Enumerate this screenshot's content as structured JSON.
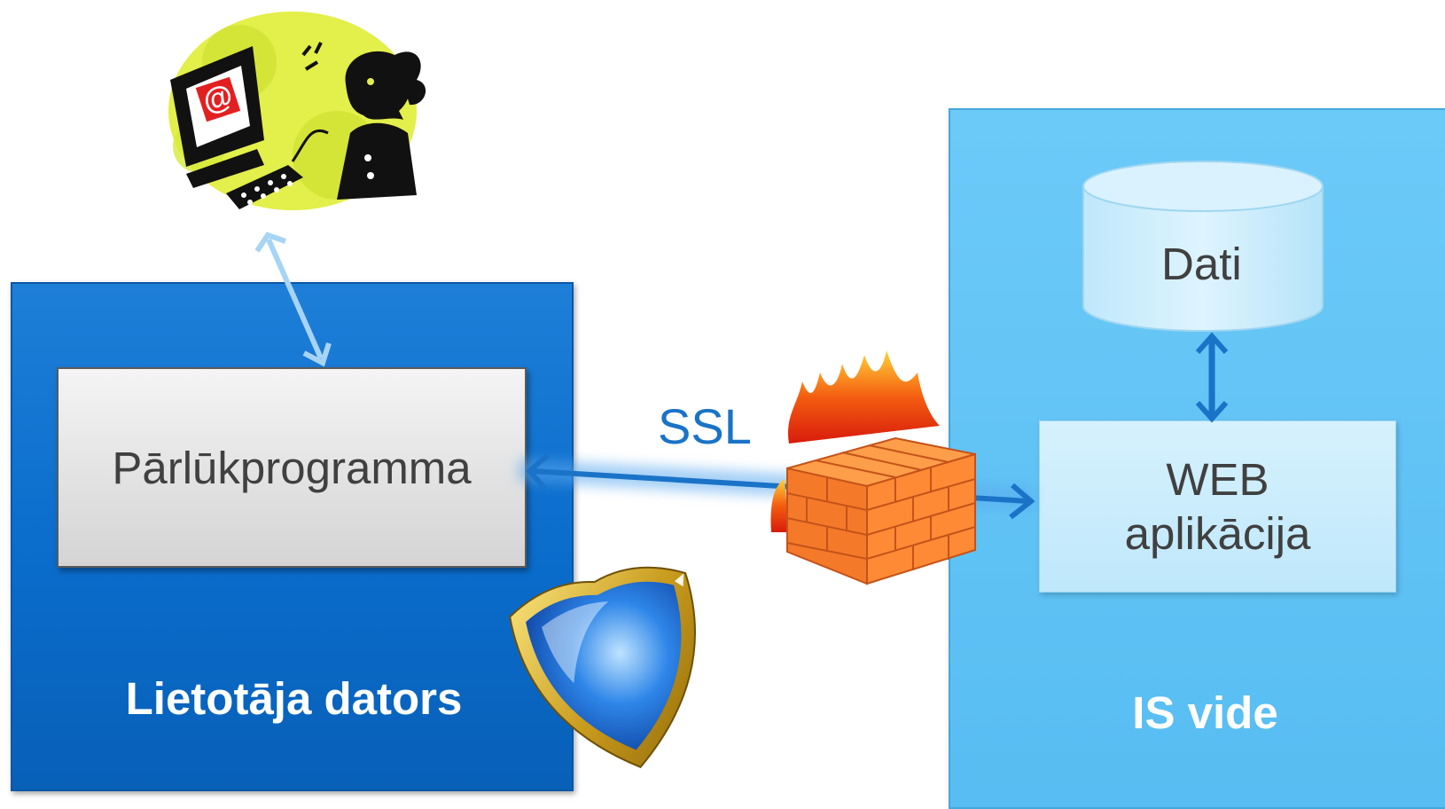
{
  "user_computer": {
    "label": "Lietotāja dators",
    "browser_label": "Pārlūkprogramma"
  },
  "is_environment": {
    "label": "IS vide",
    "database_label": "Dati",
    "webapp_line1": "WEB",
    "webapp_line2": "aplikācija"
  },
  "connection": {
    "label": "SSL"
  },
  "icons": [
    "user-at-computer-icon",
    "firewall-icon",
    "security-shield-icon",
    "database-icon"
  ],
  "colors": {
    "user_box": "#0a6ccb",
    "is_box": "#5ec1f5",
    "arrow": "#1a73c7",
    "arrow_light": "#a7d4f4",
    "ssl_text": "#1a73c7"
  }
}
